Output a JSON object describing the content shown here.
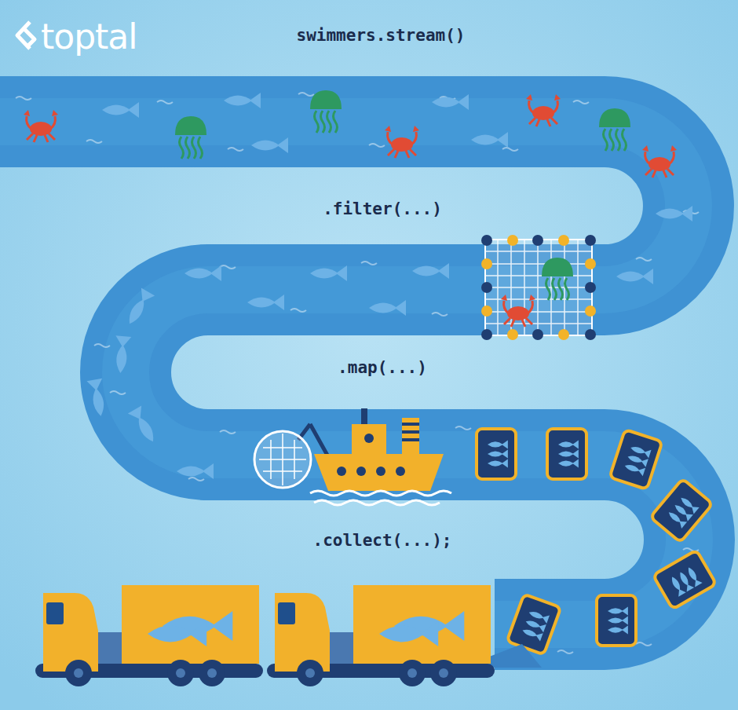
{
  "diagram": {
    "labels": [
      "toptal",
      "swimmers.stream()",
      ".filter(...)",
      ".map(...)",
      ".collect(...);"
    ]
  }
}
